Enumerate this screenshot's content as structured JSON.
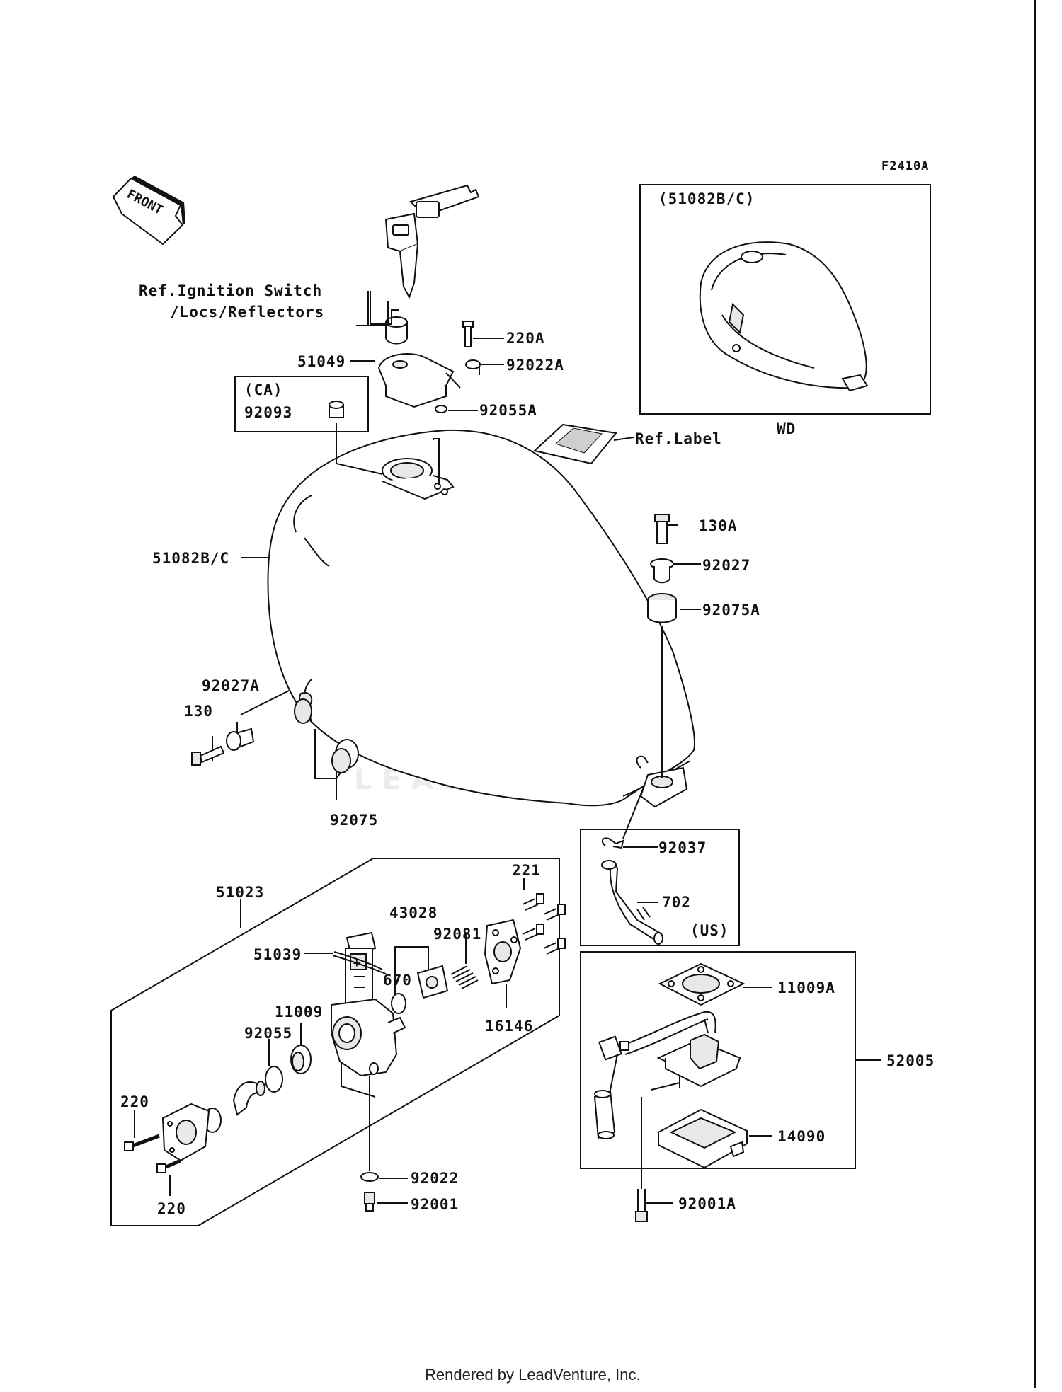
{
  "figure_code": "F2410A",
  "front_marker": "FRONT",
  "watermark": "LEADVENTURE",
  "footer": "Rendered by LeadVenture, Inc.",
  "inset": {
    "title": "(51082B/C)",
    "caption": "WD"
  },
  "boxes": {
    "ca": "(CA)",
    "us": "(US)"
  },
  "labels": {
    "ref_ignition_1": "Ref.Ignition Switch",
    "ref_ignition_2": "/Locs/Reflectors",
    "p220A": "220A",
    "p51049": "51049",
    "p92022A": "92022A",
    "p92093": "92093",
    "p92055A": "92055A",
    "ref_label": "Ref.Label",
    "p51082BC": "51082B/C",
    "p130A": "130A",
    "p92027": "92027",
    "p92075A": "92075A",
    "p92027A": "92027A",
    "p130": "130",
    "p92075": "92075",
    "p92037": "92037",
    "p702": "702",
    "p51023": "51023",
    "p221": "221",
    "p43028": "43028",
    "p92081": "92081",
    "p51039": "51039",
    "p670": "670",
    "p11009": "11009",
    "p92055": "92055",
    "p16146": "16146",
    "p220_top": "220",
    "p220_bottom": "220",
    "p92022": "92022",
    "p92001": "92001",
    "p11009A": "11009A",
    "p52005": "52005",
    "p14090": "14090",
    "p92001A": "92001A"
  }
}
